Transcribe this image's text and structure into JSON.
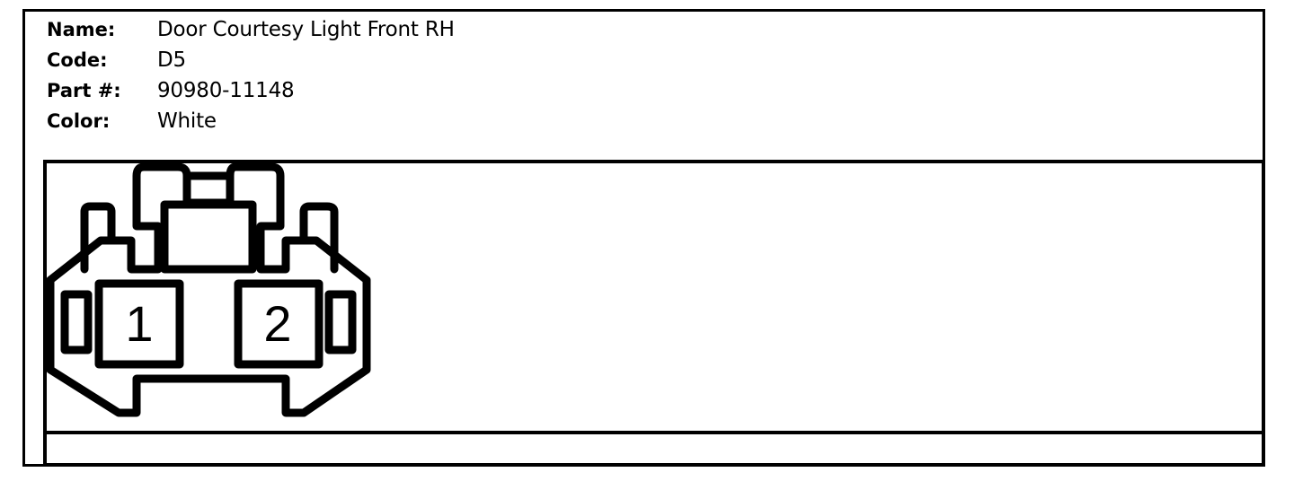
{
  "connector": {
    "name_label": "Name:",
    "name_value": "Door Courtesy Light Front RH",
    "code_label": "Code:",
    "code_value": "D5",
    "part_label": "Part #:",
    "part_value": "90980-11148",
    "color_label": "Color:",
    "color_value": "White"
  },
  "pins": [
    {
      "number": "1"
    },
    {
      "number": "2"
    }
  ]
}
